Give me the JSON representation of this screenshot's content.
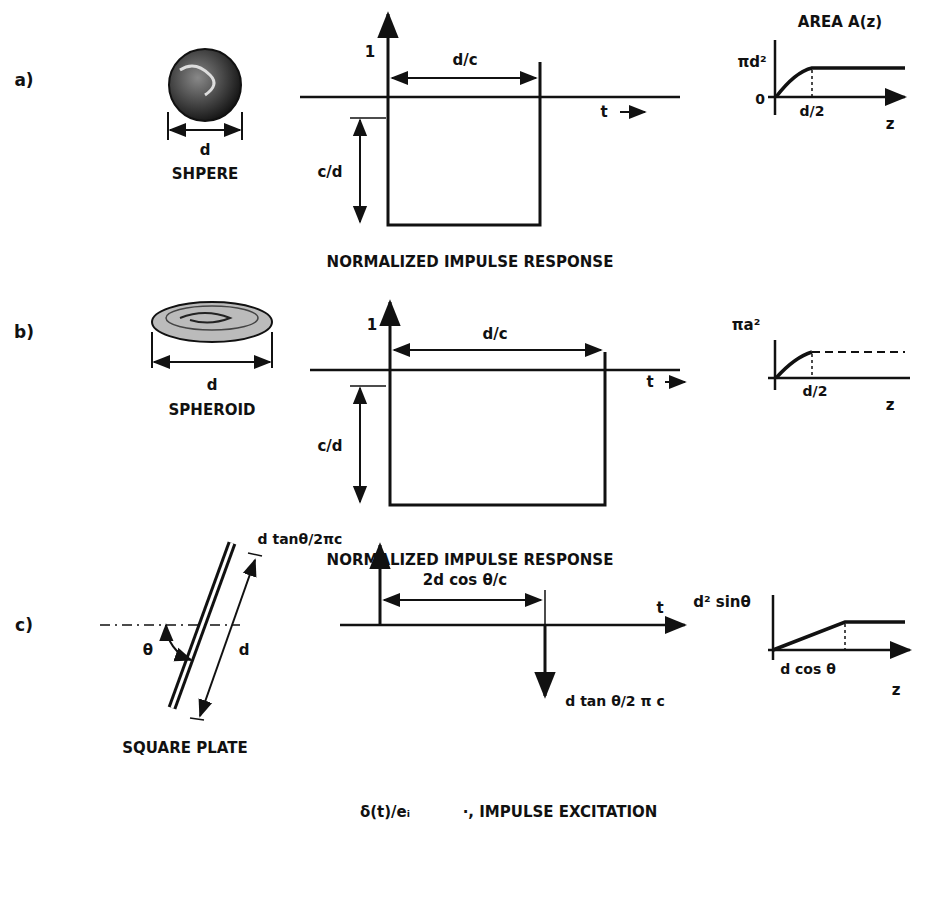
{
  "diagram": {
    "labels": [
      "a)",
      "d",
      "SHPERE",
      "1",
      "d/c",
      "c/d",
      "t",
      "AREA A(z)",
      "πd²",
      "0",
      "d/2",
      "z",
      "NORMALIZED IMPULSE RESPONSE",
      "b)",
      "d",
      "SPHEROID",
      "1",
      "d/c",
      "c/d",
      "t",
      "πa²",
      "d/2",
      "z",
      "NORMALIZED IMPULSE RESPONSE",
      "c)",
      "θ",
      "d",
      "d tanθ/2πc",
      "SQUARE PLATE",
      "2d cos θ/c",
      "t",
      "d tan θ/2 π c",
      "d² sinθ",
      "d cos θ",
      "z",
      "δ(t)/eᵢ",
      "·, IMPULSE EXCITATION"
    ]
  }
}
